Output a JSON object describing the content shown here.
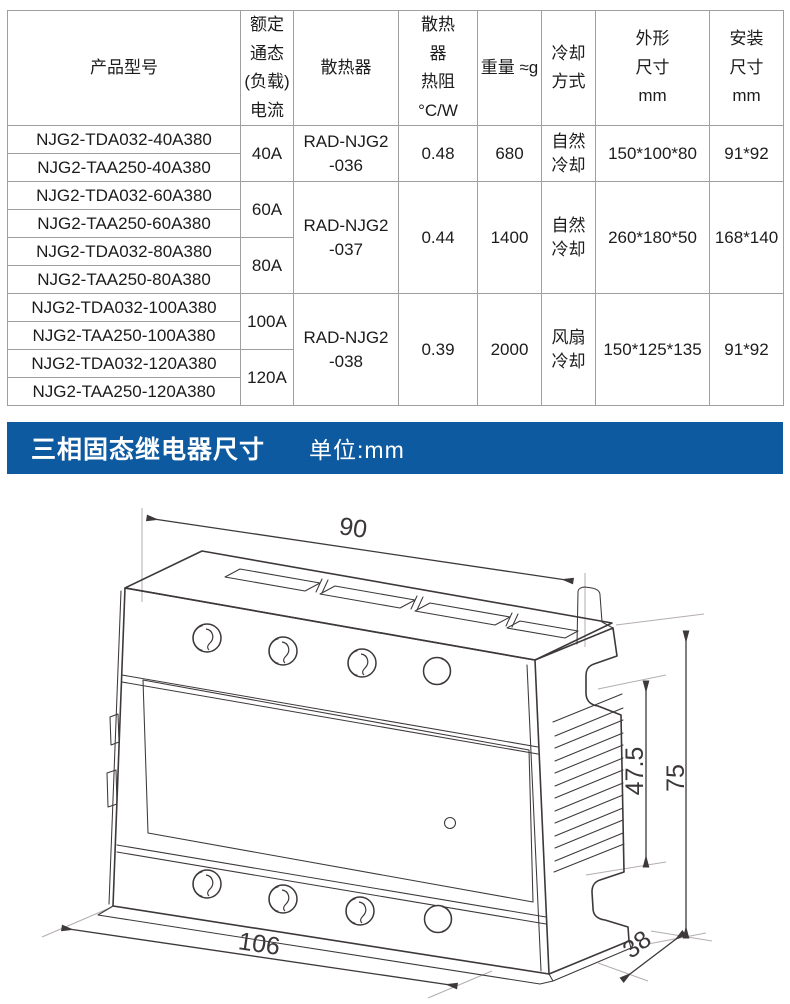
{
  "table": {
    "headers": {
      "model": "产品型号",
      "current": "额定\n通态\n(负载)\n电流",
      "heatsink": "散热器",
      "thermal_resistance": "散热\n器\n热阻\n°C/W",
      "weight": "重量 ≈g",
      "cooling": "冷却\n方式",
      "outline_size": "外形\n尺寸\nmm",
      "mount_size": "安装\n尺寸\nmm"
    },
    "models": [
      "NJG2-TDA032-40A380",
      "NJG2-TAA250-40A380",
      "NJG2-TDA032-60A380",
      "NJG2-TAA250-60A380",
      "NJG2-TDA032-80A380",
      "NJG2-TAA250-80A380",
      "NJG2-TDA032-100A380",
      "NJG2-TAA250-100A380",
      "NJG2-TDA032-120A380",
      "NJG2-TAA250-120A380"
    ],
    "current_groups": [
      "40A",
      "60A",
      "80A",
      "100A",
      "120A"
    ],
    "heatsink_groups": [
      "RAD-NJG2\n-036",
      "RAD-NJG2\n-037",
      "RAD-NJG2\n-038"
    ],
    "thermal_groups": [
      "0.48",
      "0.44",
      "0.39"
    ],
    "weight_groups": [
      "680",
      "1400",
      "2000"
    ],
    "cooling_groups": [
      "自然\n冷却",
      "自然\n冷却",
      "风扇\n冷却"
    ],
    "outline_groups": [
      "150*100*80",
      "260*180*50",
      "150*125*135"
    ],
    "mount_groups": [
      "91*92",
      "168*140",
      "91*92"
    ]
  },
  "section": {
    "title": "三相固态继电器尺寸",
    "unit": "单位:mm",
    "bar_color": "#0d5aa1"
  },
  "drawing": {
    "dim_top_width": "90",
    "dim_fin_height": "47.5",
    "dim_total_height": "75",
    "dim_bottom_width": "106",
    "dim_depth": "38"
  }
}
